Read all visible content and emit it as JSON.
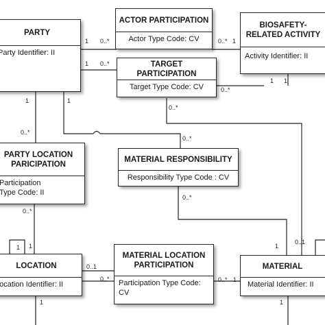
{
  "entities": {
    "party": {
      "name": "PARTY",
      "attr": "Party Identifier: II"
    },
    "actor_participation": {
      "name": "ACTOR PARTICIPATION",
      "attr": "Actor Type Code: CV"
    },
    "biosafety_activity": {
      "name": "BIOSAFETY-RELATED ACTIVITY",
      "attr": "Activity Identifier: II"
    },
    "target_participation": {
      "name": "TARGET PARTICIPATION",
      "attr": "Target Type Code: CV"
    },
    "party_location_participation": {
      "name": "PARTY LOCATION PARICIPATION",
      "attr": "Participation Type Code:  II"
    },
    "material_responsibility": {
      "name": "MATERIAL RESPONSIBILITY",
      "attr": "Responsibility Type Code : CV"
    },
    "location": {
      "name": "LOCATION",
      "attr": "Location Identifier: II"
    },
    "material_location_participation": {
      "name": "MATERIAL LOCATION PARTICIPATION",
      "attr": "Participation Type Code: CV"
    },
    "material": {
      "name": "MATERIAL",
      "attr": "Material Identifier: II"
    }
  },
  "multiplicities": {
    "party_actor_1": "1",
    "actor_party_many": "0..*",
    "actor_activity_many": "0..*",
    "activity_actor_1": "1",
    "party_target_1": "1",
    "target_party_many": "0..*",
    "target_activity_many": "0..*",
    "activity_target_1": "1",
    "activity_right_1": "1",
    "target_down_many": "0..*",
    "party_down_1": "1",
    "plp_top_many": "0..*",
    "plp_bottom_many": "0..*",
    "location_top_1": "1",
    "party_material_1": "1",
    "mr_party_many": "0..*",
    "mr_material_many": "0..*",
    "material_mr_1": "1",
    "material_01": "0..1",
    "location_self_1": "1",
    "location_mlp_01": "0..1",
    "mlp_location_many": "0..*",
    "mlp_material_many": "0..*",
    "material_mlp_1": "1",
    "location_bottom_1": "1",
    "material_bottom_1": "1"
  }
}
